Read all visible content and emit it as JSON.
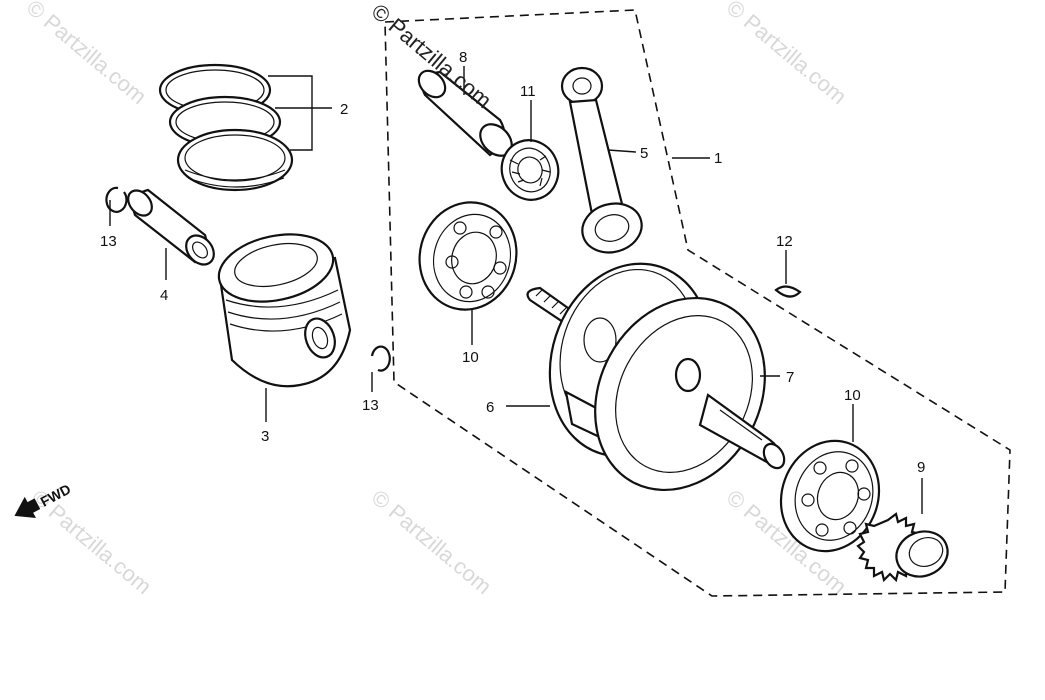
{
  "watermarks": {
    "main": "© Partzilla.com",
    "faint": "© Partzilla.com"
  },
  "direction_marker": {
    "label": "FWD",
    "icon": "arrow-left-icon"
  },
  "callouts": {
    "c1": "1",
    "c2": "2",
    "c3": "3",
    "c4": "4",
    "c5": "5",
    "c6": "6",
    "c7": "7",
    "c8": "8",
    "c9": "9",
    "c10a": "10",
    "c10b": "10",
    "c11": "11",
    "c12": "12",
    "c13a": "13",
    "c13b": "13"
  },
  "colors": {
    "ink": "#111111",
    "watermark": "#d8d8d8",
    "background": "#ffffff"
  }
}
